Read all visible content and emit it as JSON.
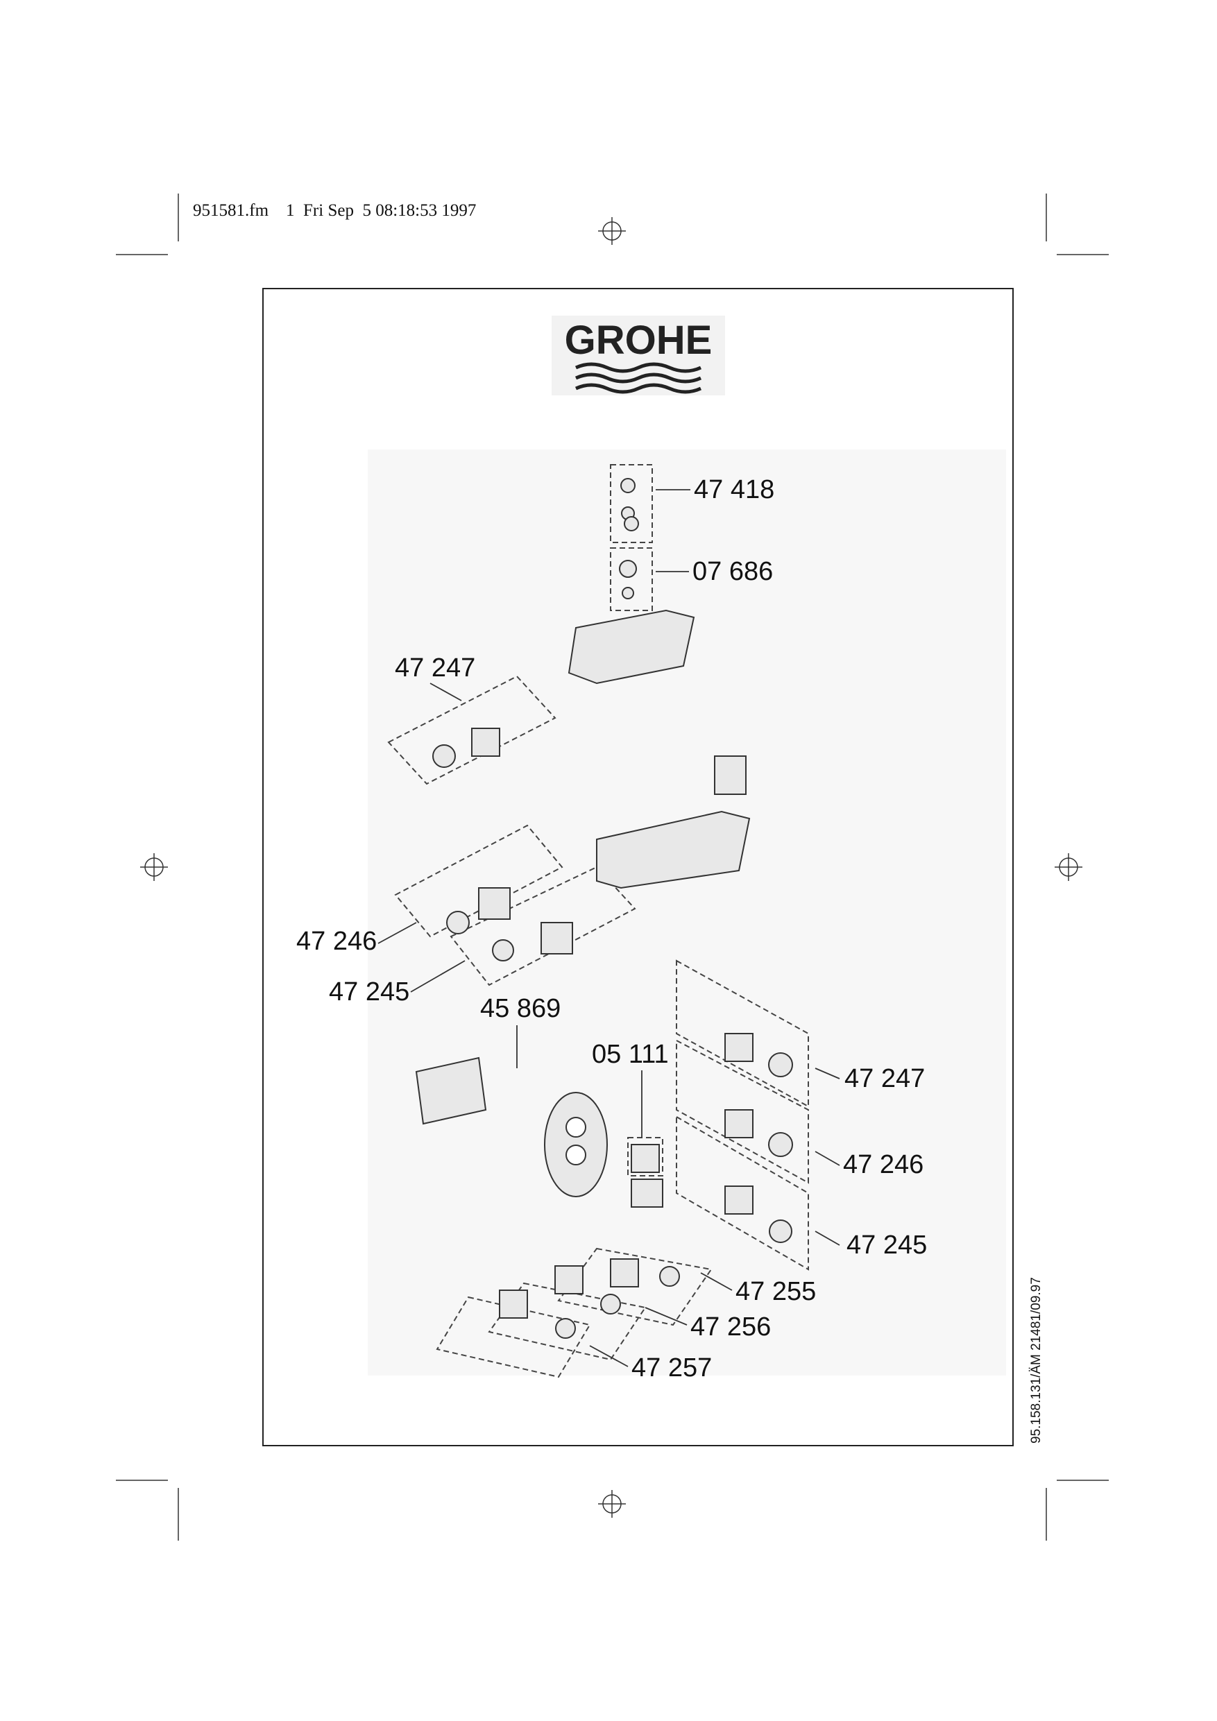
{
  "header": {
    "file_info": "951581.fm    1  Fri Sep  5 08:18:53 1997"
  },
  "logo": {
    "brand": "GROHE"
  },
  "parts": [
    {
      "id": "p1",
      "number": "47 418"
    },
    {
      "id": "p2",
      "number": "07 686"
    },
    {
      "id": "p3",
      "number": "47 247"
    },
    {
      "id": "p4",
      "number": "47 246"
    },
    {
      "id": "p5",
      "number": "47 245"
    },
    {
      "id": "p6",
      "number": "45 869"
    },
    {
      "id": "p7",
      "number": "05 111"
    },
    {
      "id": "p8",
      "number": "47 247"
    },
    {
      "id": "p9",
      "number": "47 246"
    },
    {
      "id": "p10",
      "number": "47 245"
    },
    {
      "id": "p11",
      "number": "47 255"
    },
    {
      "id": "p12",
      "number": "47 256"
    },
    {
      "id": "p13",
      "number": "47 257"
    }
  ],
  "footer": {
    "doc_code": "95.158.131/ÄM 21481/09.97"
  }
}
